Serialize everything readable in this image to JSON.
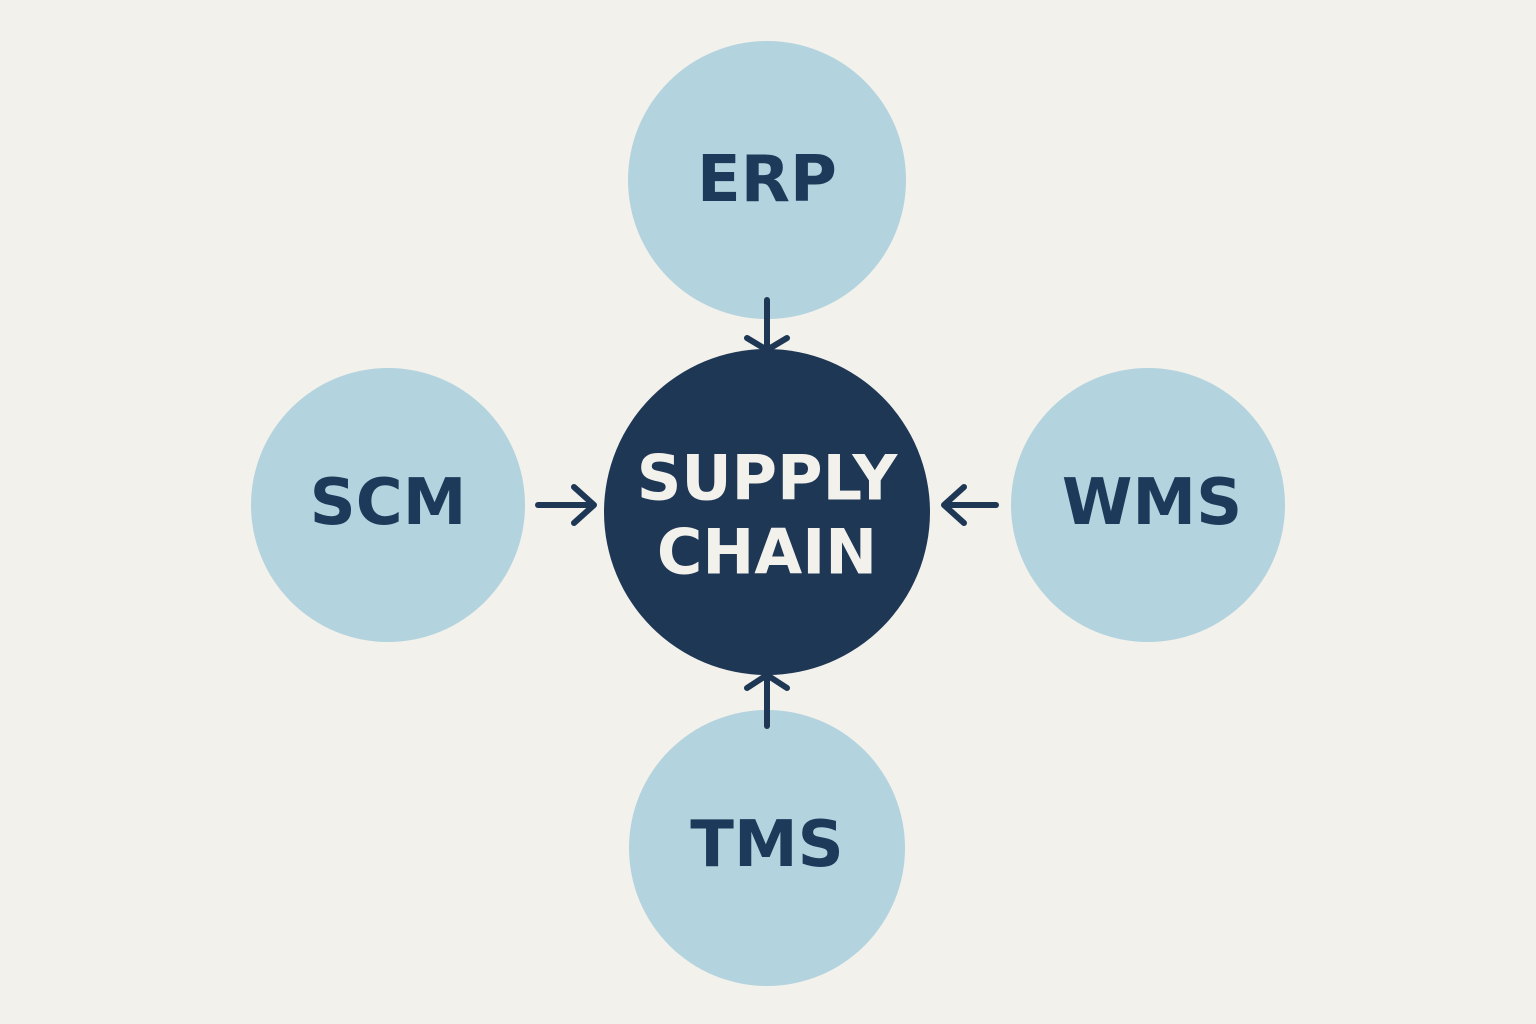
{
  "diagram": {
    "center": {
      "line1": "SUPPLY",
      "line2": "CHAIN"
    },
    "nodes": {
      "top": "ERP",
      "left": "SCM",
      "right": "WMS",
      "bottom": "TMS"
    }
  },
  "colors": {
    "background": "#f3f1eb",
    "node_fill": "#b3d3df",
    "center_fill": "#1e3755",
    "node_text": "#1e3a5a",
    "center_text": "#f3f1eb"
  }
}
